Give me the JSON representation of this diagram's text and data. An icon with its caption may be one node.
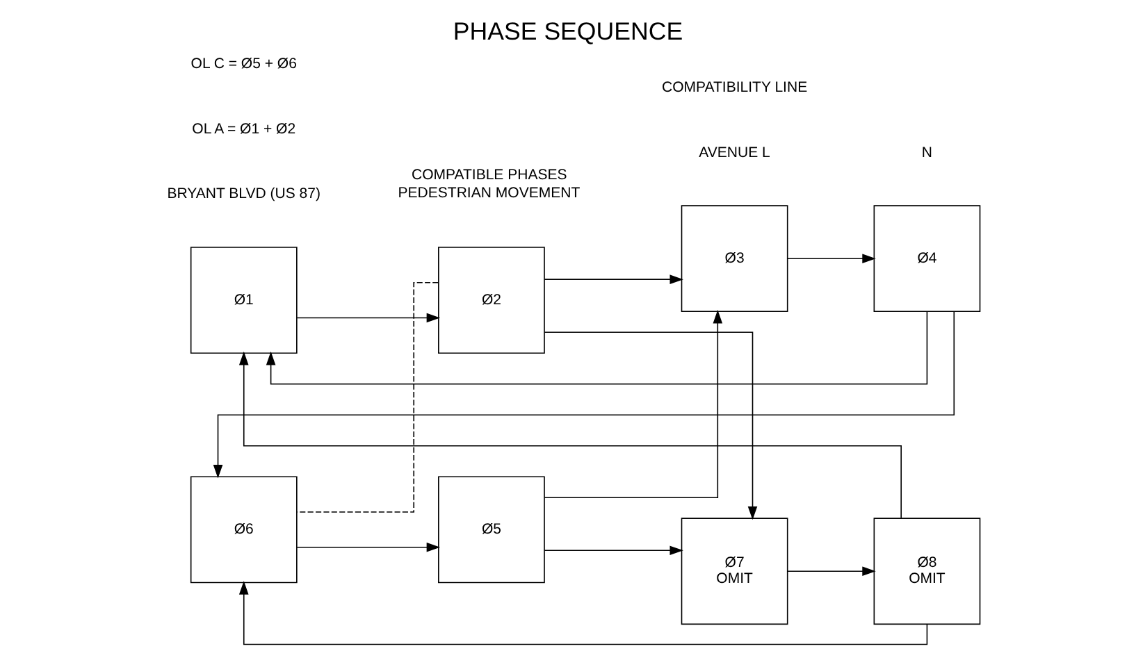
{
  "diagram": {
    "title": "PHASE SEQUENCE",
    "nodes": [
      {
        "text": [
          "Ø1"
        ]
      },
      {
        "text": [
          "Ø2"
        ]
      },
      {
        "text": [
          "Ø6"
        ]
      },
      {
        "text": [
          "Ø5"
        ]
      },
      {
        "text": [
          "Ø3"
        ]
      },
      {
        "text": [
          "Ø4"
        ]
      },
      {
        "text": [
          "Ø7",
          "OMIT"
        ]
      },
      {
        "text": [
          "Ø8",
          "OMIT"
        ]
      }
    ],
    "edges": [
      {
        "from": 0,
        "to": 1,
        "arrow": "to"
      },
      {
        "from": 2,
        "to": 3,
        "arrow": "to"
      },
      {
        "from": 1,
        "to": 2,
        "arrow": "none",
        "style": "dashed"
      },
      {
        "from": 1,
        "to": 4,
        "arrow": "to"
      },
      {
        "from": 1,
        "to": 6,
        "arrow": "to"
      },
      {
        "from": 3,
        "to": 4,
        "arrow": "to"
      },
      {
        "from": 3,
        "to": 6,
        "arrow": "to"
      },
      {
        "from": 4,
        "to": 5,
        "arrow": "to"
      },
      {
        "from": 6,
        "to": 7,
        "arrow": "to"
      },
      {
        "from": 5,
        "to": 0,
        "arrow": "to"
      },
      {
        "from": 5,
        "to": 2,
        "arrow": "to"
      },
      {
        "from": 7,
        "to": 0,
        "arrow": "to"
      },
      {
        "from": 7,
        "to": 2,
        "arrow": "to"
      }
    ],
    "labels": [
      "BRYANT BLVD (US 87)",
      "AVENUE L",
      "N",
      "COMPATIBILITY LINE",
      "OL A = Ø1 + Ø2",
      "OL C = Ø5 + Ø6"
    ],
    "legend": [
      {
        "text": "COMPATIBLE PHASES"
      },
      {
        "text": "PEDESTRIAN MOVEMENT"
      }
    ]
  }
}
